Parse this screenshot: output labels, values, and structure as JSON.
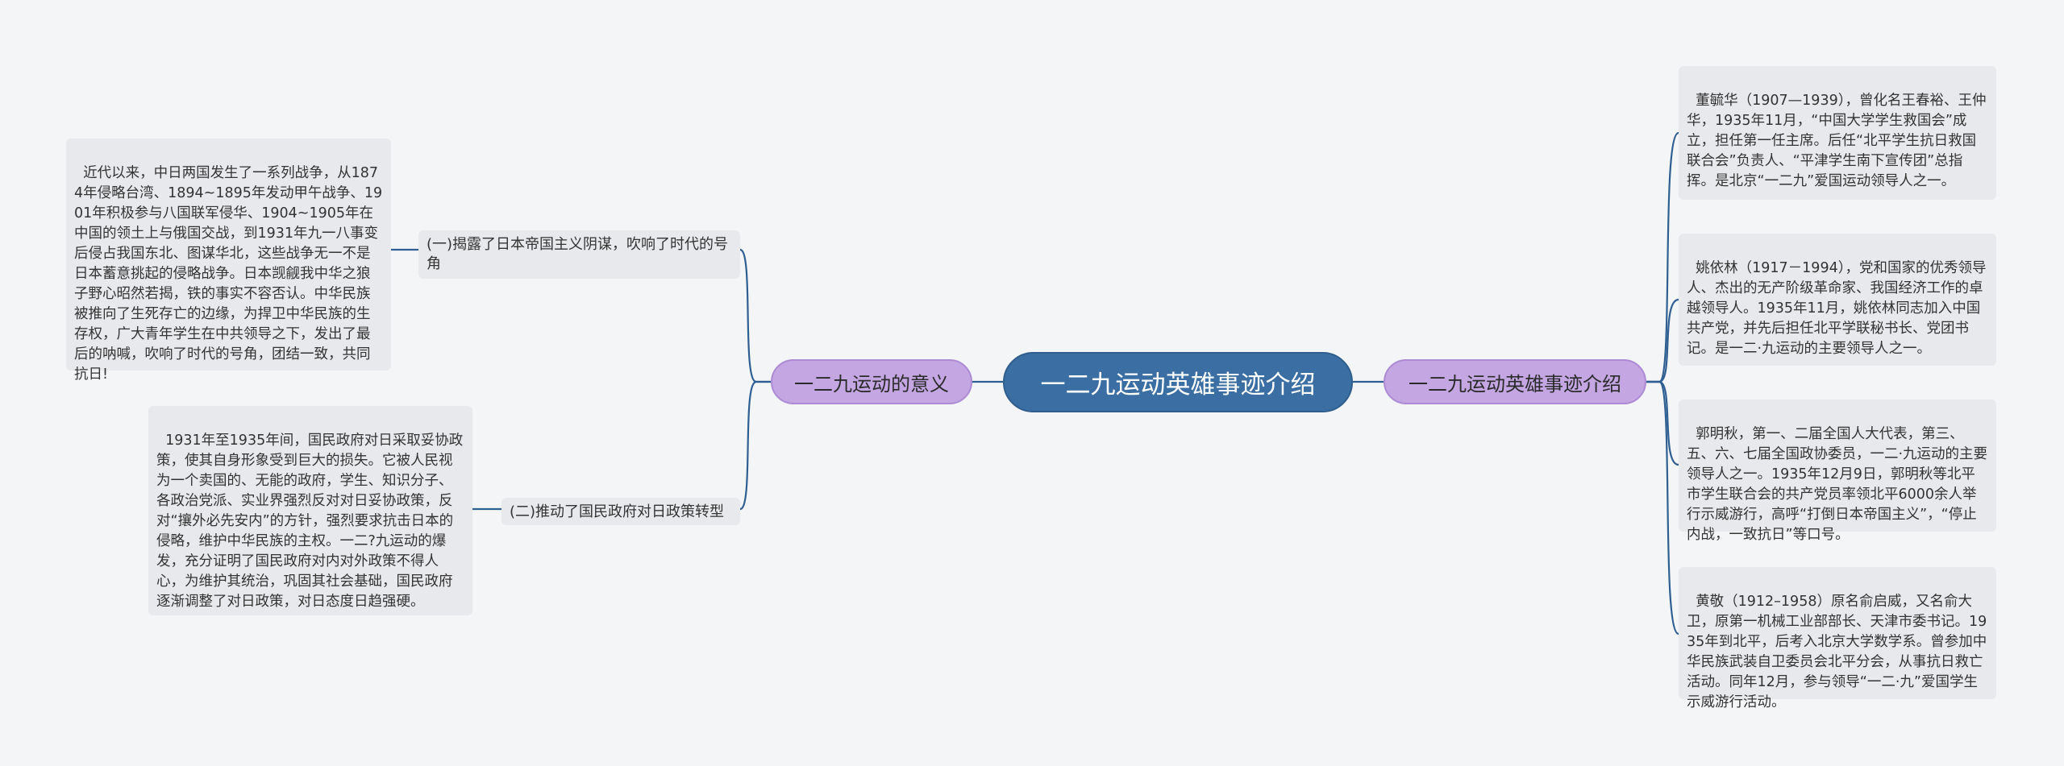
{
  "diagram": {
    "root": "一二九运动英雄事迹介绍",
    "left_branch": {
      "label": "一二九运动的意义",
      "children": [
        {
          "label": "(一)揭露了日本帝国主义阴谋，吹响了时代的号角",
          "detail": "近代以来，中日两国发生了一系列战争，从1874年侵略台湾、1894~1895年发动甲午战争、1901年积极参与八国联军侵华、1904~1905年在中国的领土上与俄国交战，到1931年九一八事变后侵占我国东北、图谋华北，这些战争无一不是日本蓄意挑起的侵略战争。日本觊觎我中华之狼子野心昭然若揭，铁的事实不容否认。中华民族被推向了生死存亡的边缘，为捍卫中华民族的生存权，广大青年学生在中共领导之下，发出了最后的呐喊，吹响了时代的号角，团结一致，共同抗日!"
        },
        {
          "label": "(二)推动了国民政府对日政策转型",
          "detail": "1931年至1935年间，国民政府对日采取妥协政策，使其自身形象受到巨大的损失。它被人民视为一个卖国的、无能的政府，学生、知识分子、各政治党派、实业界强烈反对对日妥协政策，反对“攘外必先安内”的方针，强烈要求抗击日本的侵略，维护中华民族的主权。一二?九运动的爆发，充分证明了国民政府对内对外政策不得人心，为维护其统治，巩固其社会基础，国民政府逐渐调整了对日政策，对日态度日趋强硬。"
        }
      ]
    },
    "right_branch": {
      "label": "一二九运动英雄事迹介绍",
      "children": [
        {
          "detail": "董毓华（1907—1939），曾化名王春裕、王仲华，1935年11月，“中国大学学生救国会”成立，担任第一任主席。后任“北平学生抗日救国联合会”负责人、“平津学生南下宣传团”总指挥。是北京“一二九”爱国运动领导人之一。"
        },
        {
          "detail": "姚依林（1917－1994），党和国家的优秀领导人、杰出的无产阶级革命家、我国经济工作的卓越领导人。1935年11月，姚依林同志加入中国共产党，并先后担任北平学联秘书长、党团书记。是一二·九运动的主要领导人之一。"
        },
        {
          "detail": "郭明秋，第一、二届全国人大代表，第三、五、六、七届全国政协委员，一二·九运动的主要领导人之一。1935年12月9日，郭明秋等北平市学生联合会的共产党员率领北平6000余人举行示威游行，高呼“打倒日本帝国主义”，“停止内战，一致抗日”等口号。"
        },
        {
          "detail": "黄敬（1912–1958）原名俞启威，又名俞大卫，原第一机械工业部部长、天津市委书记。1935年到北平，后考入北京大学数学系。曾参加中华民族武装自卫委员会北平分会，从事抗日救亡活动。同年12月，参与领导“一二·九”爱国学生示威游行活动。"
        }
      ]
    },
    "colors": {
      "root_fill": "#3b6fa3",
      "branch_fill": "#c3a6e2",
      "leaf_fill": "#e8e9ec",
      "line": "#2f5f92"
    }
  }
}
